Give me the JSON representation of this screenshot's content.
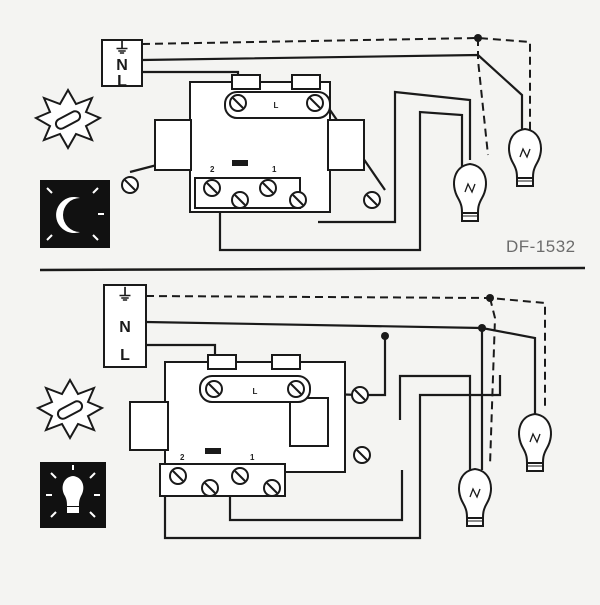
{
  "model_label": "DF-1532",
  "top": {
    "terminal_block": {
      "earth": "⏚",
      "neutral": "N",
      "line": "L"
    },
    "mode_icon": "moon-icon",
    "relay_labels": {
      "common": "L",
      "contact_1": "1",
      "contact_2": "2"
    }
  },
  "bottom": {
    "terminal_block": {
      "earth": "⏚",
      "neutral": "N",
      "line": "L"
    },
    "mode_icon": "lamp-icon",
    "relay_labels": {
      "common": "L",
      "contact_1": "1",
      "contact_2": "2"
    }
  },
  "colors": {
    "ink": "#1a1a1a",
    "paper": "#f4f4f2",
    "panel": "#111111"
  }
}
